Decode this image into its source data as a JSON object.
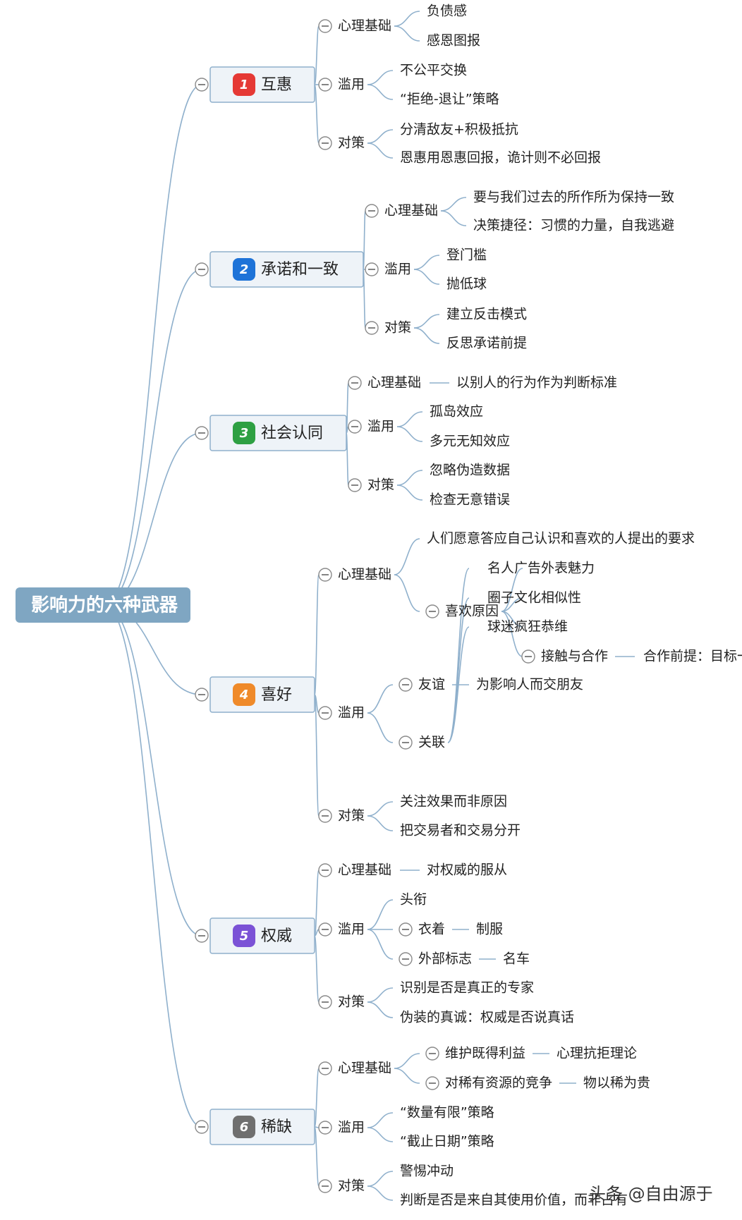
{
  "root": {
    "label": "影响力的六种武器"
  },
  "colors": {
    "root_fill": "#7fa6c2",
    "line": "#8fb0cc",
    "badges": [
      "#e53935",
      "#1e73d8",
      "#2ea043",
      "#ef8a2a",
      "#7b52d6",
      "#6f6f6f"
    ]
  },
  "branches": [
    {
      "number": "1",
      "label": "互惠",
      "children": [
        {
          "label": "心理基础",
          "children": [
            {
              "label": "负债感"
            },
            {
              "label": "感恩图报"
            }
          ]
        },
        {
          "label": "滥用",
          "children": [
            {
              "label": "不公平交换"
            },
            {
              "label": "“拒绝-退让”策略"
            }
          ]
        },
        {
          "label": "对策",
          "children": [
            {
              "label": "分清敌友+积极抵抗"
            },
            {
              "label": "恩惠用恩惠回报，诡计则不必回报"
            }
          ]
        }
      ]
    },
    {
      "number": "2",
      "label": "承诺和一致",
      "children": [
        {
          "label": "心理基础",
          "children": [
            {
              "label": "要与我们过去的所作所为保持一致"
            },
            {
              "label": "决策捷径：习惯的力量，自我逃避"
            }
          ]
        },
        {
          "label": "滥用",
          "children": [
            {
              "label": "登门槛"
            },
            {
              "label": "抛低球"
            }
          ]
        },
        {
          "label": "对策",
          "children": [
            {
              "label": "建立反击模式"
            },
            {
              "label": "反思承诺前提"
            }
          ]
        }
      ]
    },
    {
      "number": "3",
      "label": "社会认同",
      "children": [
        {
          "label": "心理基础",
          "children": [
            {
              "label": "以别人的行为作为判断标准"
            }
          ]
        },
        {
          "label": "滥用",
          "children": [
            {
              "label": "孤岛效应"
            },
            {
              "label": "多元无知效应"
            }
          ]
        },
        {
          "label": "对策",
          "children": [
            {
              "label": "忽略伪造数据"
            },
            {
              "label": "检查无意错误"
            }
          ]
        }
      ]
    },
    {
      "number": "4",
      "label": "喜好",
      "children": [
        {
          "label": "心理基础",
          "children": [
            {
              "label": "人们愿意答应自己认识和喜欢的人提出的要求"
            },
            {
              "label": "喜欢原因",
              "children": [
                {
                  "label": "外表魅力"
                },
                {
                  "label": "相似性"
                },
                {
                  "label": "恭维"
                },
                {
                  "label": "接触与合作",
                  "children": [
                    {
                      "label": "合作前提：目标一致"
                    }
                  ]
                }
              ]
            }
          ]
        },
        {
          "label": "滥用",
          "children": [
            {
              "label": "友谊",
              "children": [
                {
                  "label": "为影响人而交朋友"
                }
              ]
            },
            {
              "label": "关联",
              "children": [
                {
                  "label": "名人广告"
                },
                {
                  "label": "圈子文化"
                },
                {
                  "label": "球迷疯狂"
                }
              ]
            }
          ]
        },
        {
          "label": "对策",
          "children": [
            {
              "label": "关注效果而非原因"
            },
            {
              "label": "把交易者和交易分开"
            }
          ]
        }
      ]
    },
    {
      "number": "5",
      "label": "权威",
      "children": [
        {
          "label": "心理基础",
          "children": [
            {
              "label": "对权威的服从"
            }
          ]
        },
        {
          "label": "滥用",
          "children": [
            {
              "label": "头衔"
            },
            {
              "label": "衣着",
              "children": [
                {
                  "label": "制服"
                }
              ]
            },
            {
              "label": "外部标志",
              "children": [
                {
                  "label": "名车"
                }
              ]
            }
          ]
        },
        {
          "label": "对策",
          "children": [
            {
              "label": "识别是否是真正的专家"
            },
            {
              "label": "伪装的真诚：权威是否说真话"
            }
          ]
        }
      ]
    },
    {
      "number": "6",
      "label": "稀缺",
      "children": [
        {
          "label": "心理基础",
          "children": [
            {
              "label": "维护既得利益",
              "children": [
                {
                  "label": "心理抗拒理论"
                }
              ]
            },
            {
              "label": "对稀有资源的竞争",
              "children": [
                {
                  "label": "物以稀为贵"
                }
              ]
            }
          ]
        },
        {
          "label": "滥用",
          "children": [
            {
              "label": "“数量有限”策略"
            },
            {
              "label": "“截止日期”策略"
            }
          ]
        },
        {
          "label": "对策",
          "children": [
            {
              "label": "警惕冲动"
            },
            {
              "label": "判断是否是来自其使用价值，而非占有"
            }
          ]
        }
      ]
    }
  ],
  "watermark": "头条 @自由源于"
}
